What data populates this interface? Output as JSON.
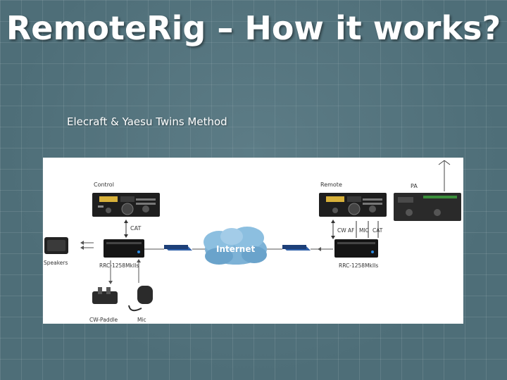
{
  "slide": {
    "title": "RemoteRig – How it works?",
    "subtitle": "Elecraft & Yaesu Twins Method"
  },
  "diagram": {
    "labels": {
      "control": "Control",
      "remote": "Remote",
      "pa": "PA",
      "speakers": "Speakers",
      "rrc_left": "RRC-1258MkIIs",
      "rrc_right": "RRC-1258MkIIs",
      "cw_paddle": "CW-Paddle",
      "mic": "Mic",
      "internet": "Internet",
      "cat_left": "CAT",
      "remote_signals": [
        "CW",
        "AF",
        "MIC",
        "CAT"
      ]
    },
    "icons": [
      "transceiver-icon",
      "speaker-icon",
      "interface-box-icon",
      "router-icon",
      "cloud-icon",
      "antenna-icon",
      "amplifier-icon",
      "paddle-icon",
      "microphone-icon"
    ]
  }
}
